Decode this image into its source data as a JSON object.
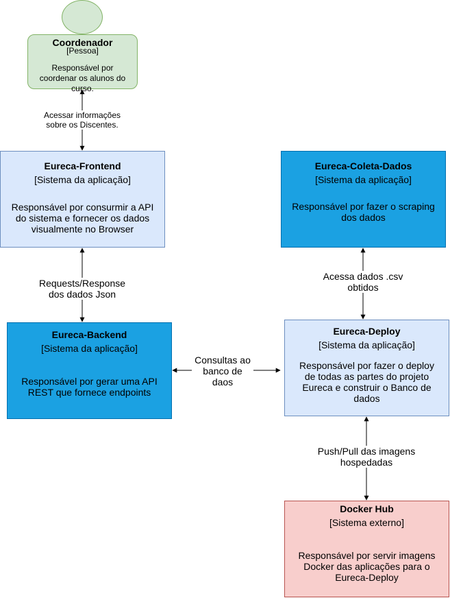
{
  "person": {
    "name": "Coordenador",
    "type": "[Pessoa]",
    "description": "Responsável por coordenar os alunos do curso."
  },
  "systems": {
    "frontend": {
      "name": "Eureca-Frontend",
      "type": "[Sistema da aplicação]",
      "description": "Responsável por consurmir a API do sistema e fornecer os dados visualmente no Browser"
    },
    "coleta": {
      "name": "Eureca-Coleta-Dados",
      "type": "[Sistema da aplicação]",
      "description": "Responsável por fazer o scraping dos dados"
    },
    "backend": {
      "name": "Eureca-Backend",
      "type": "[Sistema da aplicação]",
      "description": "Responsável por gerar uma API REST que fornece endpoints"
    },
    "deploy": {
      "name": "Eureca-Deploy",
      "type": "[Sistema da aplicação]",
      "description": "Responsável por fazer o deploy de todas as partes do projeto Eureca e construir o Banco de dados"
    },
    "dockerhub": {
      "name": "Docker Hub",
      "type": "[Sistema externo]",
      "description": "Responsável por servir imagens Docker das aplicações para o Eureca-Deploy"
    }
  },
  "relations": {
    "person_frontend": "Acessar informações sobre os Discentes.",
    "frontend_backend": "Requests/Response dos dados Json",
    "backend_deploy": "Consultas ao banco de daos",
    "coleta_deploy": "Acessa dados .csv obtidos",
    "deploy_dockerhub": "Push/Pull das imagens hospedadas"
  },
  "colors": {
    "person_fill": "#d5e8d4",
    "person_stroke": "#82b366",
    "app_light_fill": "#dae8fc",
    "app_light_stroke": "#6c8ebf",
    "app_dark_fill": "#1ba1e2",
    "app_dark_stroke": "#006eaf",
    "external_fill": "#f8cecc",
    "external_stroke": "#b85450"
  }
}
